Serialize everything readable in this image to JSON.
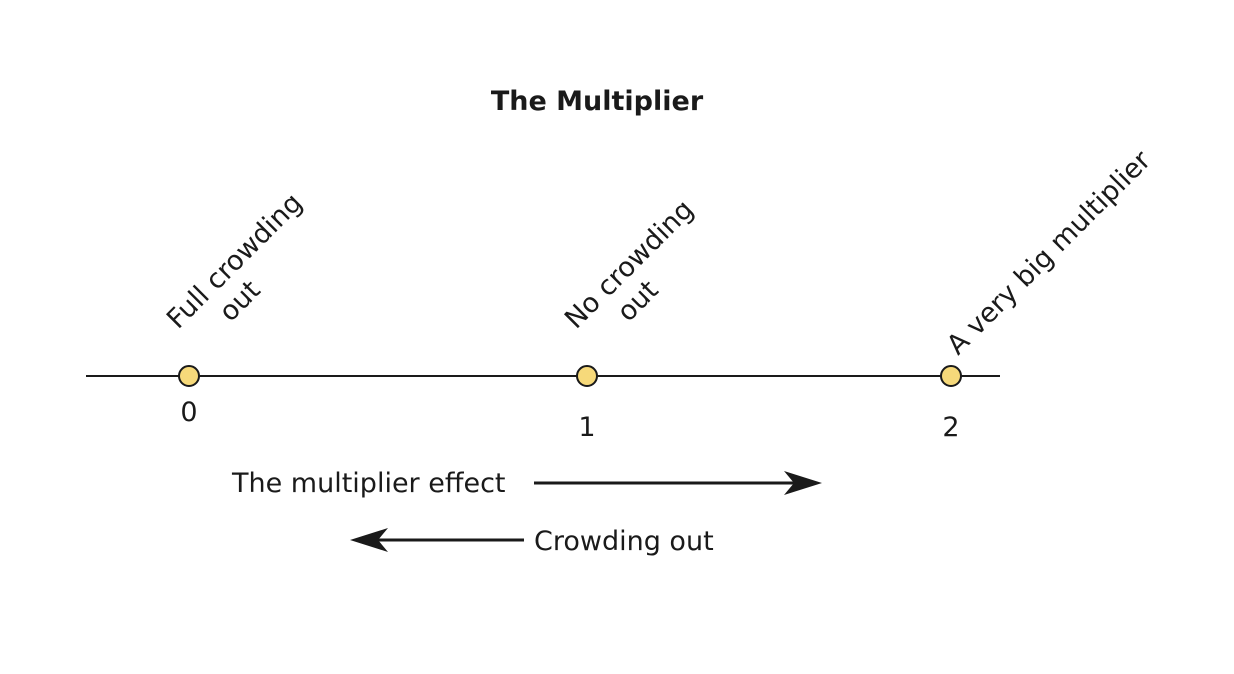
{
  "title": "The Multiplier",
  "points": [
    {
      "value": "0",
      "label_lines": [
        "Full crowding",
        "out"
      ]
    },
    {
      "value": "1",
      "label_lines": [
        "No crowding",
        "out"
      ]
    },
    {
      "value": "2",
      "label_lines": [
        "A very big multiplier"
      ]
    }
  ],
  "arrows": {
    "right": "The multiplier effect",
    "left": "Crowding out"
  },
  "colors": {
    "point_fill": "#f6d97a",
    "line": "#1a1a1a"
  }
}
